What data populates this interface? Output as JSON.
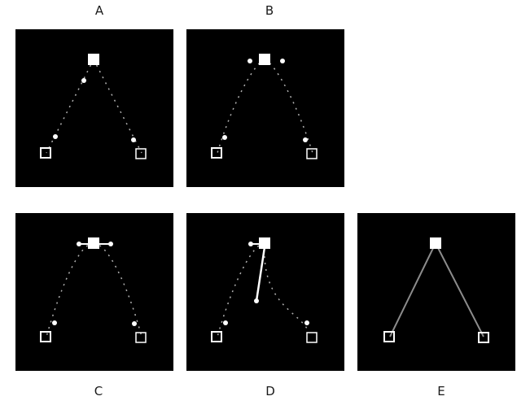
{
  "colors": {
    "panel_background": "#000000",
    "path_stroke": "#b0b0b0",
    "point_fill": "#ffffff",
    "page_background": "#ffffff"
  },
  "panels": [
    {
      "label": "A",
      "variant": "dotted-path"
    },
    {
      "label": "B",
      "variant": "dotted-path-with-handle-dots"
    },
    {
      "label": "C",
      "variant": "dotted-path-with-handle-bar"
    },
    {
      "label": "D",
      "variant": "bent-path-with-dragged-handle"
    },
    {
      "label": "E",
      "variant": "plain-gray-path"
    }
  ]
}
